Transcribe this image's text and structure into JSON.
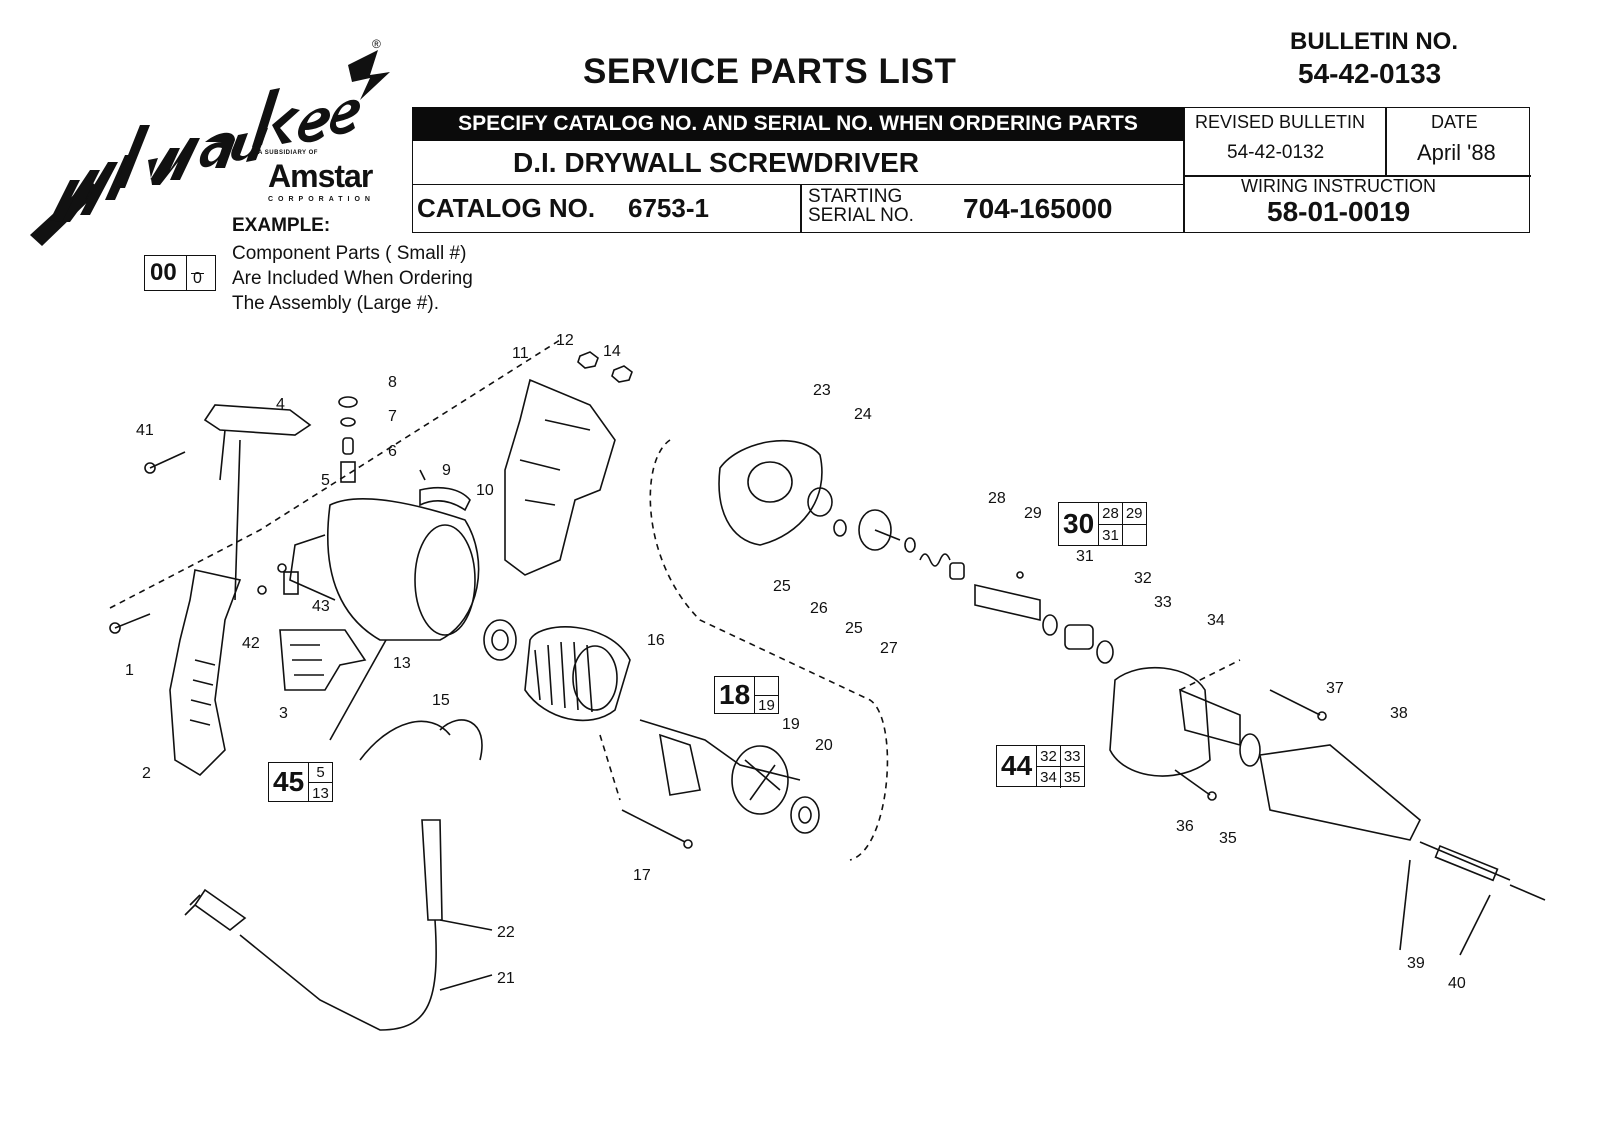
{
  "brand": {
    "logo_text": "milwaukee",
    "registered": "®",
    "subsidiary_text": "A SUBSIDIARY OF",
    "parent": "Amstar",
    "parent_sub": "CORPORATION"
  },
  "header": {
    "title": "SERVICE PARTS LIST",
    "bulletin_label": "BULLETIN NO.",
    "bulletin_no": "54-42-0133",
    "specify_notice": "SPECIFY CATALOG NO. AND SERIAL NO. WHEN ORDERING PARTS",
    "product_name": "D.I. DRYWALL SCREWDRIVER",
    "catalog_label": "CATALOG NO.",
    "catalog_no": "6753-1",
    "starting_label_1": "STARTING",
    "starting_label_2": "SERIAL NO.",
    "serial_no": "704-165000",
    "revised_label": "REVISED BULLETIN",
    "revised_no": "54-42-0132",
    "date_label": "DATE",
    "date": "April '88",
    "wiring_label": "WIRING INSTRUCTION",
    "wiring_no": "58-01-0019"
  },
  "example": {
    "title": "EXAMPLE:",
    "big_num": "00",
    "small_num": "0",
    "line1": "Component Parts (  Small #)",
    "line2": "Are Included When Ordering",
    "line3": "The Assembly (Large #)."
  },
  "callouts": [
    "1",
    "2",
    "3",
    "4",
    "5",
    "6",
    "7",
    "8",
    "9",
    "10",
    "11",
    "12",
    "13",
    "14",
    "15",
    "16",
    "17",
    "19",
    "20",
    "21",
    "22",
    "23",
    "24",
    "25",
    "25",
    "26",
    "27",
    "28",
    "29",
    "31",
    "32",
    "33",
    "34",
    "35",
    "36",
    "37",
    "38",
    "39",
    "40",
    "41",
    "42",
    "43"
  ],
  "assemblies": [
    {
      "big": "30",
      "parts": [
        "28",
        "29",
        "31"
      ]
    },
    {
      "big": "18",
      "parts": [
        "",
        "19"
      ]
    },
    {
      "big": "45",
      "parts": [
        "5",
        "13"
      ]
    },
    {
      "big": "44",
      "parts": [
        "32",
        "33",
        "34",
        "35"
      ]
    }
  ]
}
